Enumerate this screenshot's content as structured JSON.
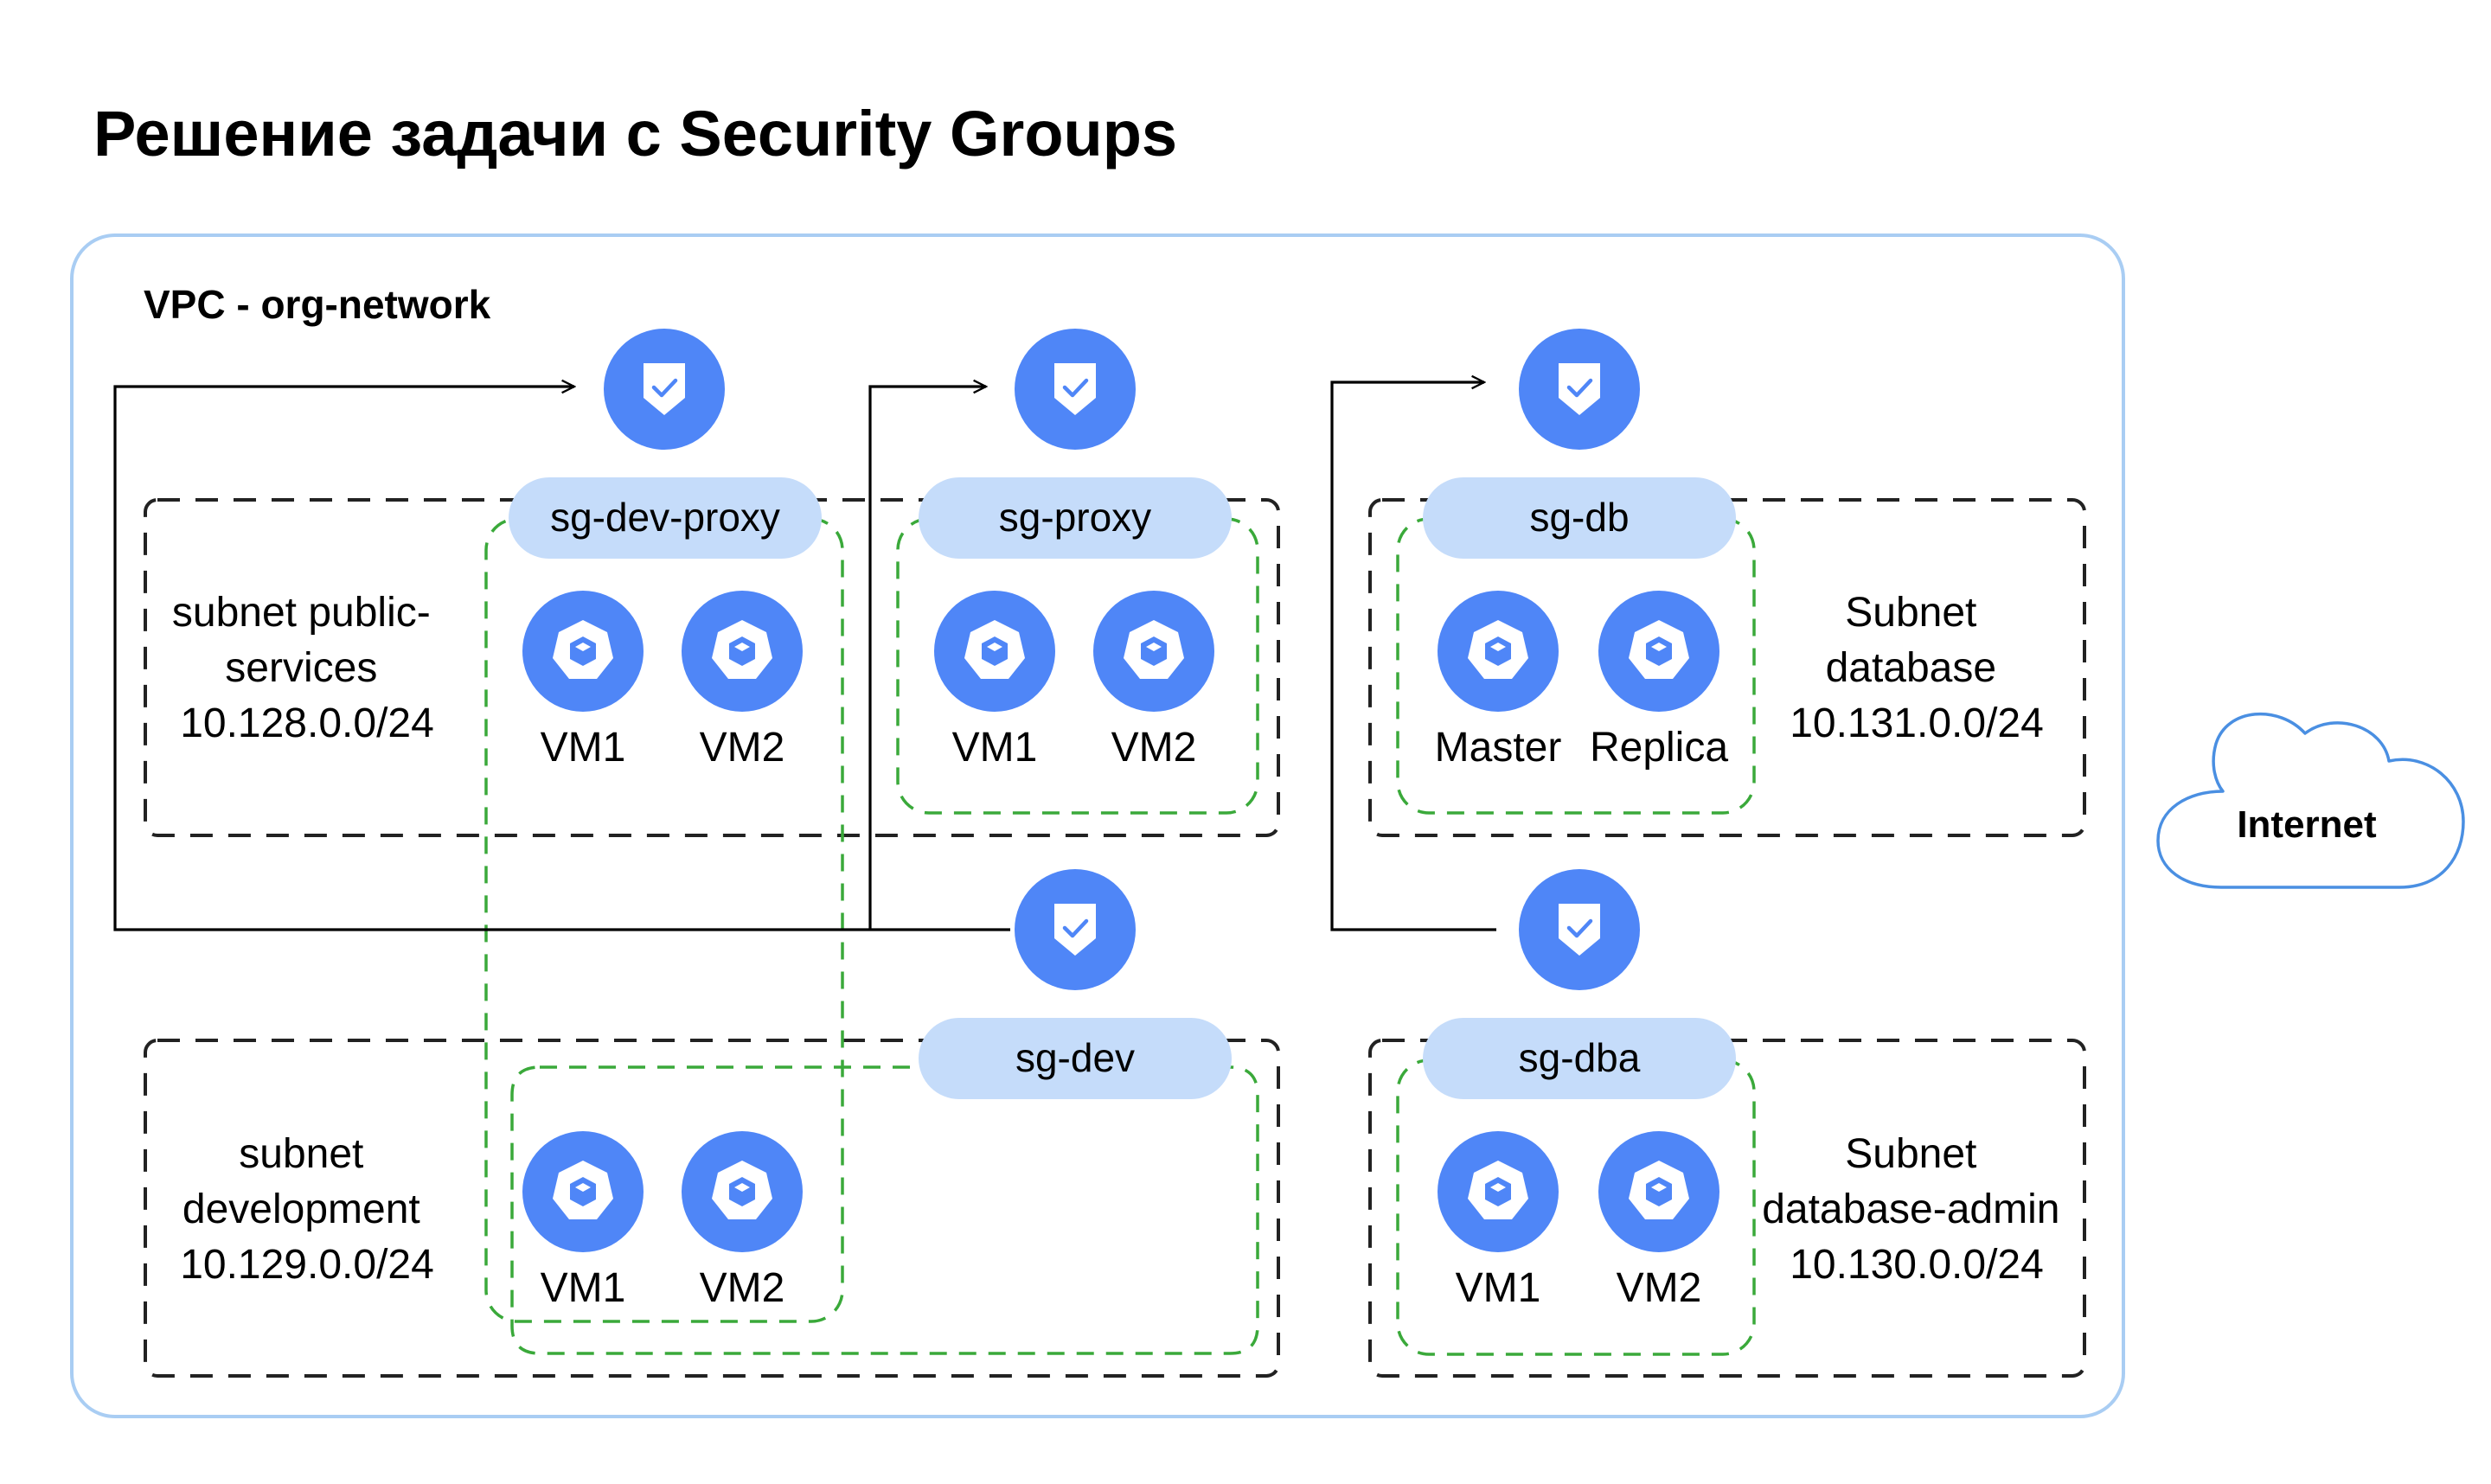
{
  "title": "Решение задачи с Security Groups",
  "vpc": {
    "label": "VPC - org-network"
  },
  "subnets": {
    "public": {
      "lines": [
        "subnet public-",
        "services",
        "10.128.0.0/24"
      ]
    },
    "development": {
      "lines": [
        "subnet",
        "development",
        "10.129.0.0/24"
      ]
    },
    "database": {
      "lines": [
        "Subnet",
        "database",
        "10.131.0.0/24"
      ]
    },
    "database_admin": {
      "lines": [
        "Subnet",
        "database-admin",
        "10.130.0.0/24"
      ]
    }
  },
  "security_groups": {
    "sg_dev_proxy": {
      "label": "sg-dev-proxy"
    },
    "sg_proxy": {
      "label": "sg-proxy"
    },
    "sg_db": {
      "label": "sg-db"
    },
    "sg_dev": {
      "label": "sg-dev"
    },
    "sg_dba": {
      "label": "sg-dba"
    }
  },
  "vms": {
    "public_vm1": "VM1",
    "public_vm2": "VM2",
    "proxy_vm1": "VM1",
    "proxy_vm2": "VM2",
    "db_master": "Master",
    "db_replica": "Replica",
    "dev_vm1": "VM1",
    "dev_vm2": "VM2",
    "dba_vm1": "VM1",
    "dba_vm2": "VM2"
  },
  "internet": {
    "label": "Internet"
  },
  "colors": {
    "icon_blue": "#4f86f7",
    "pill_blue": "#c5dcfa",
    "vpc_border": "#a9cdf3",
    "sg_dash_green": "#3aa93a",
    "subnet_dash": "#222222",
    "cloud_stroke": "#4a8fe2"
  }
}
